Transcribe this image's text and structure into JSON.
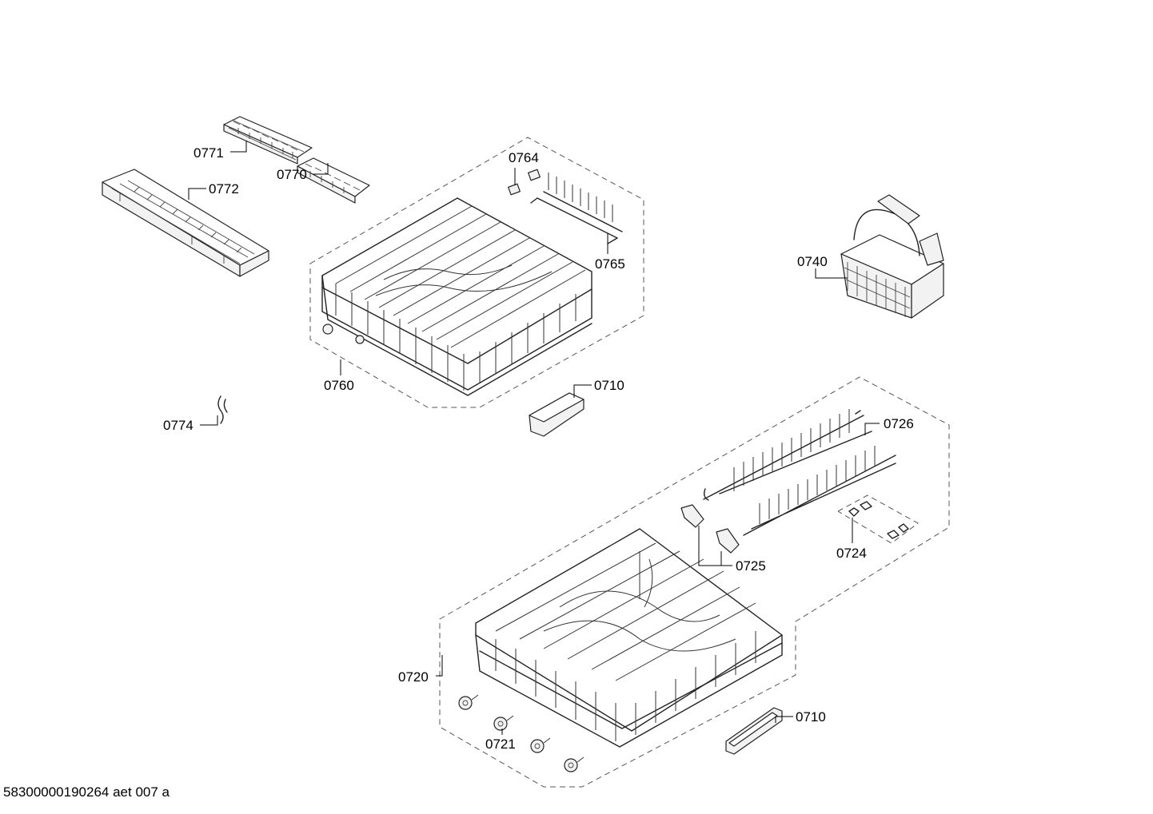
{
  "labels": {
    "p0771": "0771",
    "p0772": "0772",
    "p0770": "0770",
    "p0764": "0764",
    "p0765": "0765",
    "p0760": "0760",
    "p0774": "0774",
    "p0710_upper": "0710",
    "p0740": "0740",
    "p0726": "0726",
    "p0725": "0725",
    "p0724": "0724",
    "p0720": "0720",
    "p0721": "0721",
    "p0710_lower": "0710"
  },
  "footer": {
    "drawing_id": "58300000190264 aet 007 a"
  }
}
